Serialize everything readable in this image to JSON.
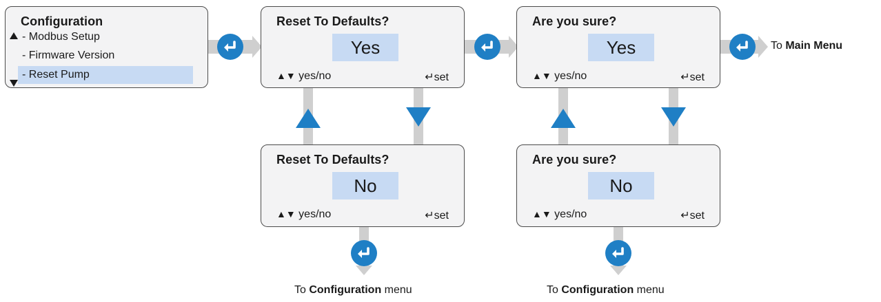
{
  "config_panel": {
    "title": "Configuration",
    "items": [
      {
        "label": "- Modbus Setup"
      },
      {
        "label": "- Firmware Version"
      },
      {
        "label": "- Reset Pump"
      }
    ]
  },
  "reset_yes": {
    "title": "Reset To Defaults?",
    "value": "Yes",
    "hint": "yes/no",
    "set": "set"
  },
  "reset_no": {
    "title": "Reset To Defaults?",
    "value": "No",
    "hint": "yes/no",
    "set": "set"
  },
  "confirm_yes": {
    "title": "Are you sure?",
    "value": "Yes",
    "hint": "yes/no",
    "set": "set"
  },
  "confirm_no": {
    "title": "Are you sure?",
    "value": "No",
    "hint": "yes/no",
    "set": "set"
  },
  "captions": {
    "main_prefix": "To ",
    "main_bold": "Main Menu",
    "config_prefix": "To ",
    "config_bold": "Configuration",
    "config_suffix": " menu"
  },
  "colors": {
    "accent": "#1f7fc5",
    "highlight": "#c7daf3",
    "connector": "#cfcfcf",
    "panel_bg": "#f3f3f4"
  }
}
